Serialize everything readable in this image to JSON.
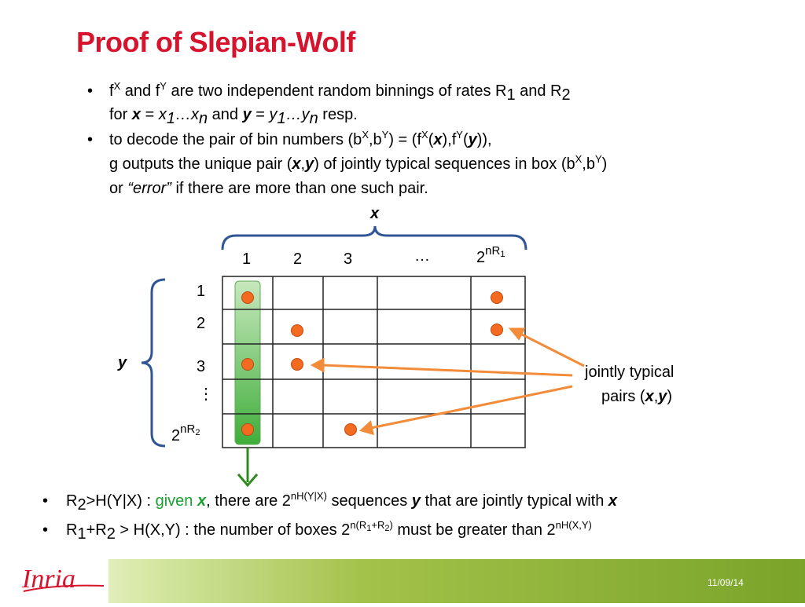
{
  "slide": {
    "title": "Proof of Slepian-Wolf",
    "bullet1": {
      "line1_pre": "f",
      "sup_x": "X",
      "line1_and": " and f",
      "sup_y": "Y",
      "line1_mid": " are two independent random binnings of rates R",
      "sub_1": "1",
      "line1_and2": " and R",
      "sub_2": "2",
      "line2_for": "for ",
      "x": "x",
      "eq": " = ",
      "x1": "x",
      "ellipsis": "…",
      "xn": "x",
      "sub_n": "n",
      "and": " and ",
      "y": "y",
      "y1": "y",
      "yn": "y",
      "resp": " resp."
    },
    "bullet2": {
      "line1_pre": "to decode the pair of bin numbers (b",
      "sup_x": "X",
      "comma_b": ",b",
      "sup_y": "Y",
      "eq": ") = (f",
      "paren_open": "(",
      "x": "x",
      "mid": "),f",
      "y": "y",
      "close": ")),",
      "line2_pre": "g outputs the unique pair (",
      "comma": ",",
      "line2_mid": ") of jointly typical sequences in box (b",
      "line2_end": ")",
      "line3_or": "or ",
      "error": "“error”",
      "line3_rest": " if there are more than one such pair."
    },
    "diagram": {
      "x_label": "x",
      "y_label": "y",
      "col_labels": [
        "1",
        "2",
        "3",
        "…"
      ],
      "col_last_base": "2",
      "col_last_sup": "nR",
      "col_last_sub": "1",
      "row_labels": [
        "1",
        "2",
        "3",
        "⋮"
      ],
      "row_last_base": "2",
      "row_last_sup": "nR",
      "row_last_sub": "2",
      "annotation_line1": "jointly typical",
      "annotation_line2_pre": "pairs (",
      "annotation_x": "x",
      "annotation_comma": ",",
      "annotation_y": "y",
      "annotation_close": ")",
      "colors": {
        "dot": "#f26b21",
        "arrow": "#f28c3a",
        "column_highlight": "#5fbf5a",
        "down_arrow": "#2e8b1e"
      }
    },
    "bullet3": {
      "r": "R",
      "sub": "2",
      "pre": ">H(Y|X) : ",
      "given": "given ",
      "x": "x",
      "mid": ", there are 2",
      "sup": "nH(Y|X)",
      "seq": " sequences ",
      "y": "y",
      "rest": " that are jointly typical with ",
      "x2": "x"
    },
    "bullet4": {
      "r1": "R",
      "sub1": "1",
      "plus": "+R",
      "sub2": "2",
      "pre": " > H(X,Y) : the number of boxes 2",
      "sup": "n(R",
      "sup_sub1": "1",
      "sup_plus": "+R",
      "sup_sub2": "2",
      "sup_close": ")",
      "mid": " must be greater than  2",
      "sup2": "nH(X,Y)"
    },
    "logo_text": "Inria",
    "date": "11/09/14",
    "bullet_char": "•"
  }
}
